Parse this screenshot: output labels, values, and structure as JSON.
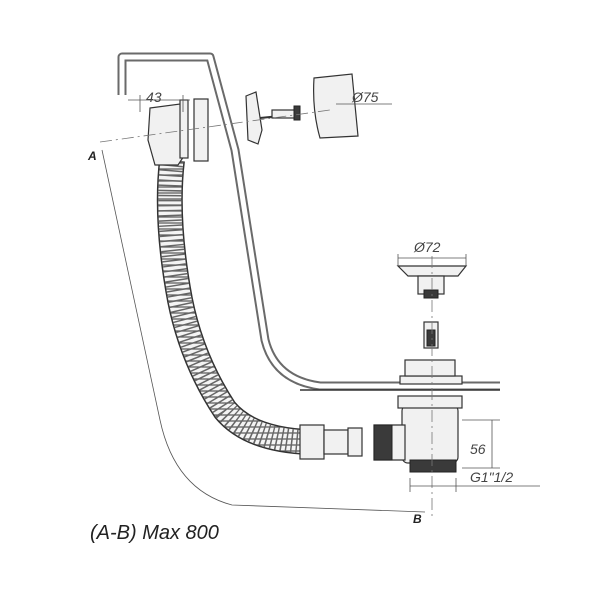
{
  "labels": {
    "dim_43": "43",
    "dim_75": "Ø75",
    "dim_72": "Ø72",
    "dim_56": "56",
    "thread": "G1\"1/2",
    "point_a": "A",
    "point_b": "B"
  },
  "caption": "(A-B) Max 800"
}
